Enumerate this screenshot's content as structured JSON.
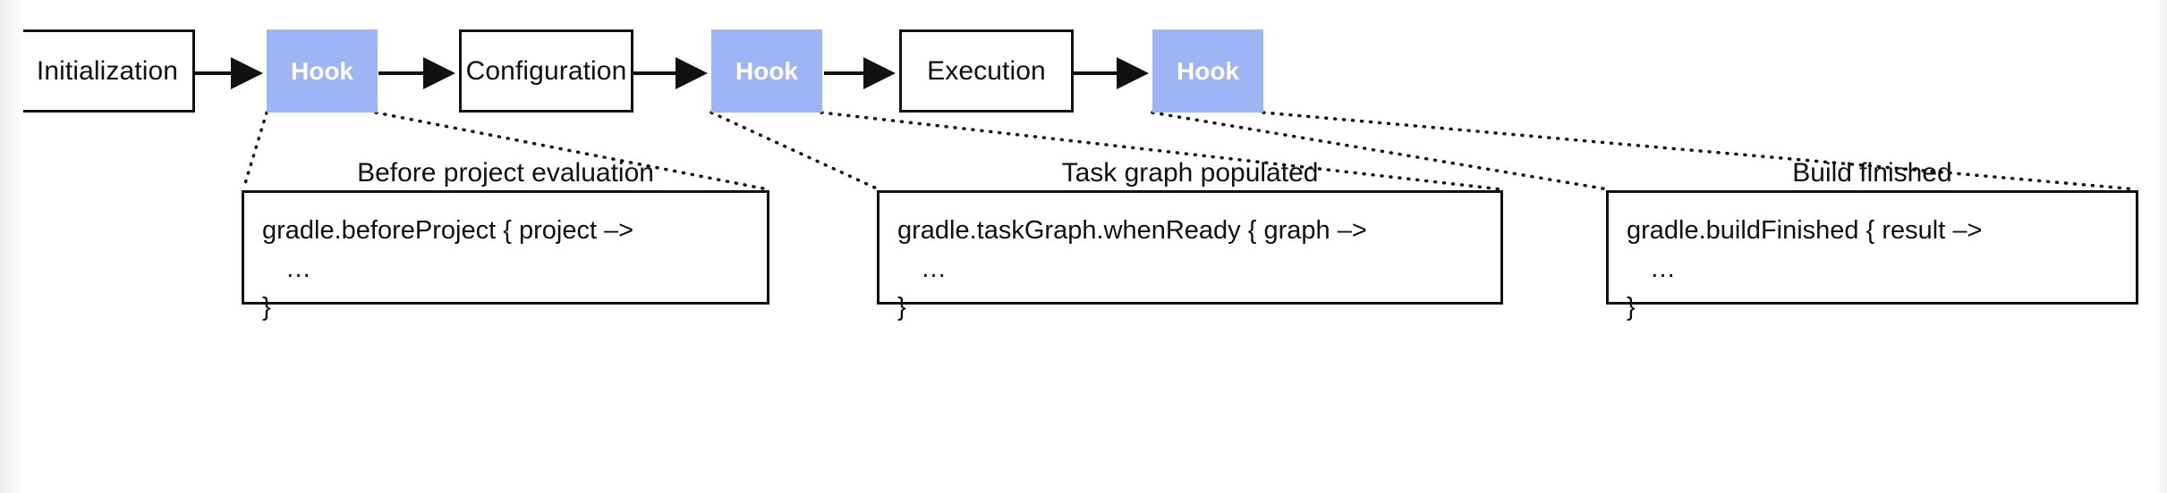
{
  "diagram": {
    "title": "Gradle build lifecycle with hooks",
    "colors": {
      "hook_fill": "#9db4f5",
      "hook_text": "#ffffff",
      "box_stroke": "#111111",
      "box_fill": "#ffffff",
      "text": "#101010",
      "background": "#ffffff"
    },
    "flow": {
      "nodes": [
        {
          "id": "initialization",
          "type": "phase",
          "label": "Initialization"
        },
        {
          "id": "hook-1",
          "type": "hook",
          "label": "Hook"
        },
        {
          "id": "configuration",
          "type": "phase",
          "label": "Configuration"
        },
        {
          "id": "hook-2",
          "type": "hook",
          "label": "Hook"
        },
        {
          "id": "execution",
          "type": "phase",
          "label": "Execution"
        },
        {
          "id": "hook-3",
          "type": "hook",
          "label": "Hook"
        }
      ],
      "arrows": [
        {
          "from": "initialization",
          "to": "hook-1"
        },
        {
          "from": "hook-1",
          "to": "configuration"
        },
        {
          "from": "configuration",
          "to": "hook-2"
        },
        {
          "from": "hook-2",
          "to": "execution"
        },
        {
          "from": "execution",
          "to": "hook-3"
        }
      ]
    },
    "callouts": [
      {
        "id": "callout-before-project-evaluation",
        "source": "hook-1",
        "caption": "Before project evaluation",
        "code": {
          "line1": "gradle.beforeProject { project –>",
          "line2": "…",
          "line3": "}"
        }
      },
      {
        "id": "callout-task-graph-populated",
        "source": "hook-2",
        "caption": "Task graph populated",
        "code": {
          "line1": "gradle.taskGraph.whenReady { graph –>",
          "line2": "…",
          "line3": "}"
        }
      },
      {
        "id": "callout-build-finished",
        "source": "hook-3",
        "caption": "Build finished",
        "code": {
          "line1": "gradle.buildFinished { result –>",
          "line2": "…",
          "line3": "}"
        }
      }
    ]
  }
}
